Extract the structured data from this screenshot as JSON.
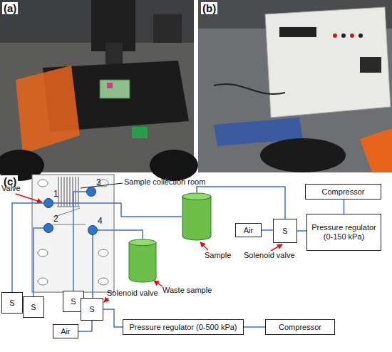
{
  "diagram": {
    "nodes": [
      {
        "text": [
          "1"
        ]
      },
      {
        "text": [
          "3"
        ]
      },
      {
        "text": [
          "2"
        ]
      },
      {
        "text": [
          "4"
        ]
      },
      {
        "text": [
          "Compressor"
        ]
      },
      {
        "text": [
          "Air"
        ]
      },
      {
        "text": [
          "S"
        ]
      },
      {
        "text": [
          "Pressure regulator (0-150 kPa)"
        ]
      },
      {
        "text": [
          "Sample"
        ]
      },
      {
        "text": [
          "Waste sample"
        ]
      },
      {
        "text": [
          "S"
        ]
      },
      {
        "text": [
          "S"
        ]
      },
      {
        "text": [
          "S"
        ]
      },
      {
        "text": [
          "S"
        ]
      },
      {
        "text": [
          "Air"
        ]
      },
      {
        "text": [
          "Pressure regulator (0-500 kPa)"
        ]
      },
      {
        "text": [
          "Compressor"
        ]
      }
    ],
    "edges": [
      {
        "from": 4,
        "to": 7,
        "arrow": "none"
      },
      {
        "from": 7,
        "to": 6,
        "arrow": "none"
      },
      {
        "from": 5,
        "to": 6,
        "arrow": "none"
      },
      {
        "from": 6,
        "to": 8,
        "arrow": "none"
      },
      {
        "from": 8,
        "to": 0,
        "arrow": "none"
      },
      {
        "from": 3,
        "to": 9,
        "arrow": "none"
      },
      {
        "from": 10,
        "to": 0,
        "arrow": "none"
      },
      {
        "from": 11,
        "to": 2,
        "arrow": "none"
      },
      {
        "from": 12,
        "to": 1,
        "arrow": "none"
      },
      {
        "from": 13,
        "to": 3,
        "arrow": "none"
      },
      {
        "from": 14,
        "to": 13,
        "arrow": "none"
      },
      {
        "from": 15,
        "to": 13,
        "arrow": "none"
      },
      {
        "from": 16,
        "to": 15,
        "arrow": "none"
      }
    ],
    "labels": [
      "(a)",
      "(b)",
      "(c)",
      "Valve",
      "Sample collection room",
      "Solenoid valve",
      "Solenoid valve"
    ]
  }
}
